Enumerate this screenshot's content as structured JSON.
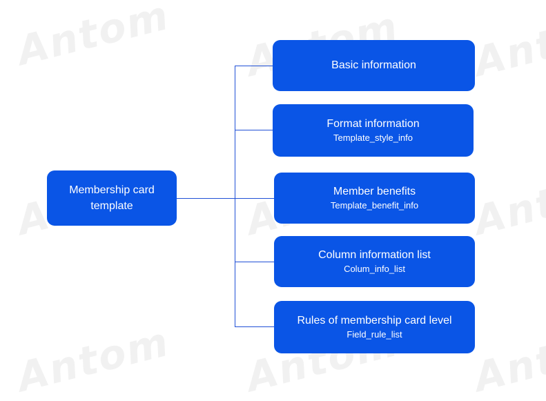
{
  "watermark": {
    "text": "Antom"
  },
  "colors": {
    "node_fill": "#0a55e6",
    "connector": "#1f4fd6",
    "node_text": "#ffffff"
  },
  "root": {
    "title": "Membership card template"
  },
  "children": [
    {
      "title": "Basic information",
      "subtitle": ""
    },
    {
      "title": "Format information",
      "subtitle": "Template_style_info"
    },
    {
      "title": "Member benefits",
      "subtitle": "Template_benefit_info"
    },
    {
      "title": "Column information list",
      "subtitle": "Colum_info_list"
    },
    {
      "title": "Rules of membership card level",
      "subtitle": "Field_rule_list"
    }
  ]
}
